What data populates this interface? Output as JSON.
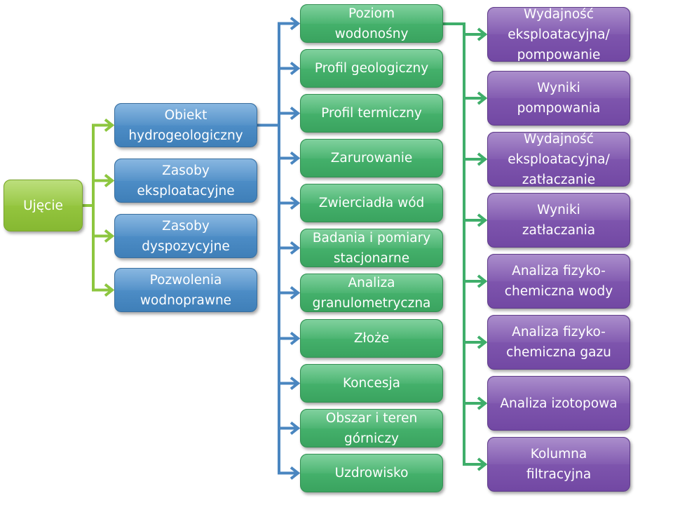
{
  "diagram": {
    "title": "",
    "root": {
      "label": "Ujęcie",
      "color": "#8DC63F"
    },
    "level1": [
      {
        "label": "Obiekt\nhydrogeologiczny"
      },
      {
        "label": "Zasoby\neksploatacyjne"
      },
      {
        "label": "Zasoby\ndyspozycyjne"
      },
      {
        "label": "Pozwolenia\nwodnoprawne"
      }
    ],
    "level2_parent": "Obiekt hydrogeologiczny",
    "level2": [
      {
        "label": "Poziom\nwodonośny"
      },
      {
        "label": "Profil geologiczny"
      },
      {
        "label": "Profil termiczny"
      },
      {
        "label": "Zarurowanie"
      },
      {
        "label": "Zwierciadła wód"
      },
      {
        "label": "Badania i pomiary\nstacjonarne"
      },
      {
        "label": "Analiza\ngranulometryczna"
      },
      {
        "label": "Złoże"
      },
      {
        "label": "Koncesja"
      },
      {
        "label": "Obszar i teren\ngórniczy"
      },
      {
        "label": "Uzdrowisko"
      }
    ],
    "level3_parent": "Poziom wodonośny",
    "level3": [
      {
        "label": "Wydajność\neksploatacyjna/\npompowanie"
      },
      {
        "label": "Wyniki\npompowania"
      },
      {
        "label": "Wydajność\neksploatacyjna/\nzatłaczanie"
      },
      {
        "label": "Wyniki\nzatłaczania"
      },
      {
        "label": "Analiza fizyko-\nchemiczna wody"
      },
      {
        "label": "Analiza fizyko-\nchemiczna gazu"
      },
      {
        "label": "Analiza izotopowa"
      },
      {
        "label": "Kolumna\nfiltracyjna"
      }
    ],
    "colors": {
      "root": "#8DC63F",
      "level1": "#4F8FCB",
      "level2": "#45B06A",
      "level3": "#7E55AE",
      "connector_root": "#8DC63F",
      "connector_level1": "#4A86C0",
      "connector_level2": "#3FAE6A"
    }
  }
}
